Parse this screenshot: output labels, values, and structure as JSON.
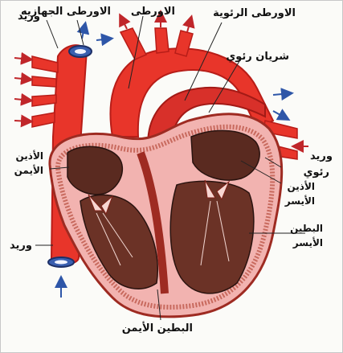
{
  "labels": {
    "vein_top_left": "وريد",
    "aorta_systemic": "الاورطى الجهازيه",
    "aorta": "الاورطى",
    "aorta_pulmonary": "الاورطى الرئوية",
    "pulmonary_artery": "شريان رئوي",
    "right_atrium_line1": "الأذين",
    "right_atrium_line2": "الأيمن",
    "pulmonary_vein_line1": "وريد",
    "pulmonary_vein_line2": "رئوي",
    "left_atrium_line1": "الأذين",
    "left_atrium_line2": "الأيسر",
    "left_ventricle_line1": "البطين",
    "left_ventricle_line2": "الأيسر",
    "vein_bottom_left": "وريد",
    "right_ventricle": "البطين الأيمن"
  },
  "colors": {
    "vessel_red": "#e8352a",
    "vessel_dark": "#b81d18",
    "vessel_blue": "#3a5fb0",
    "arrow_red": "#c0262a",
    "arrow_blue": "#2e56a8",
    "tissue_pink": "#f2b3b0",
    "chamber_dark": "#5a2a20"
  }
}
